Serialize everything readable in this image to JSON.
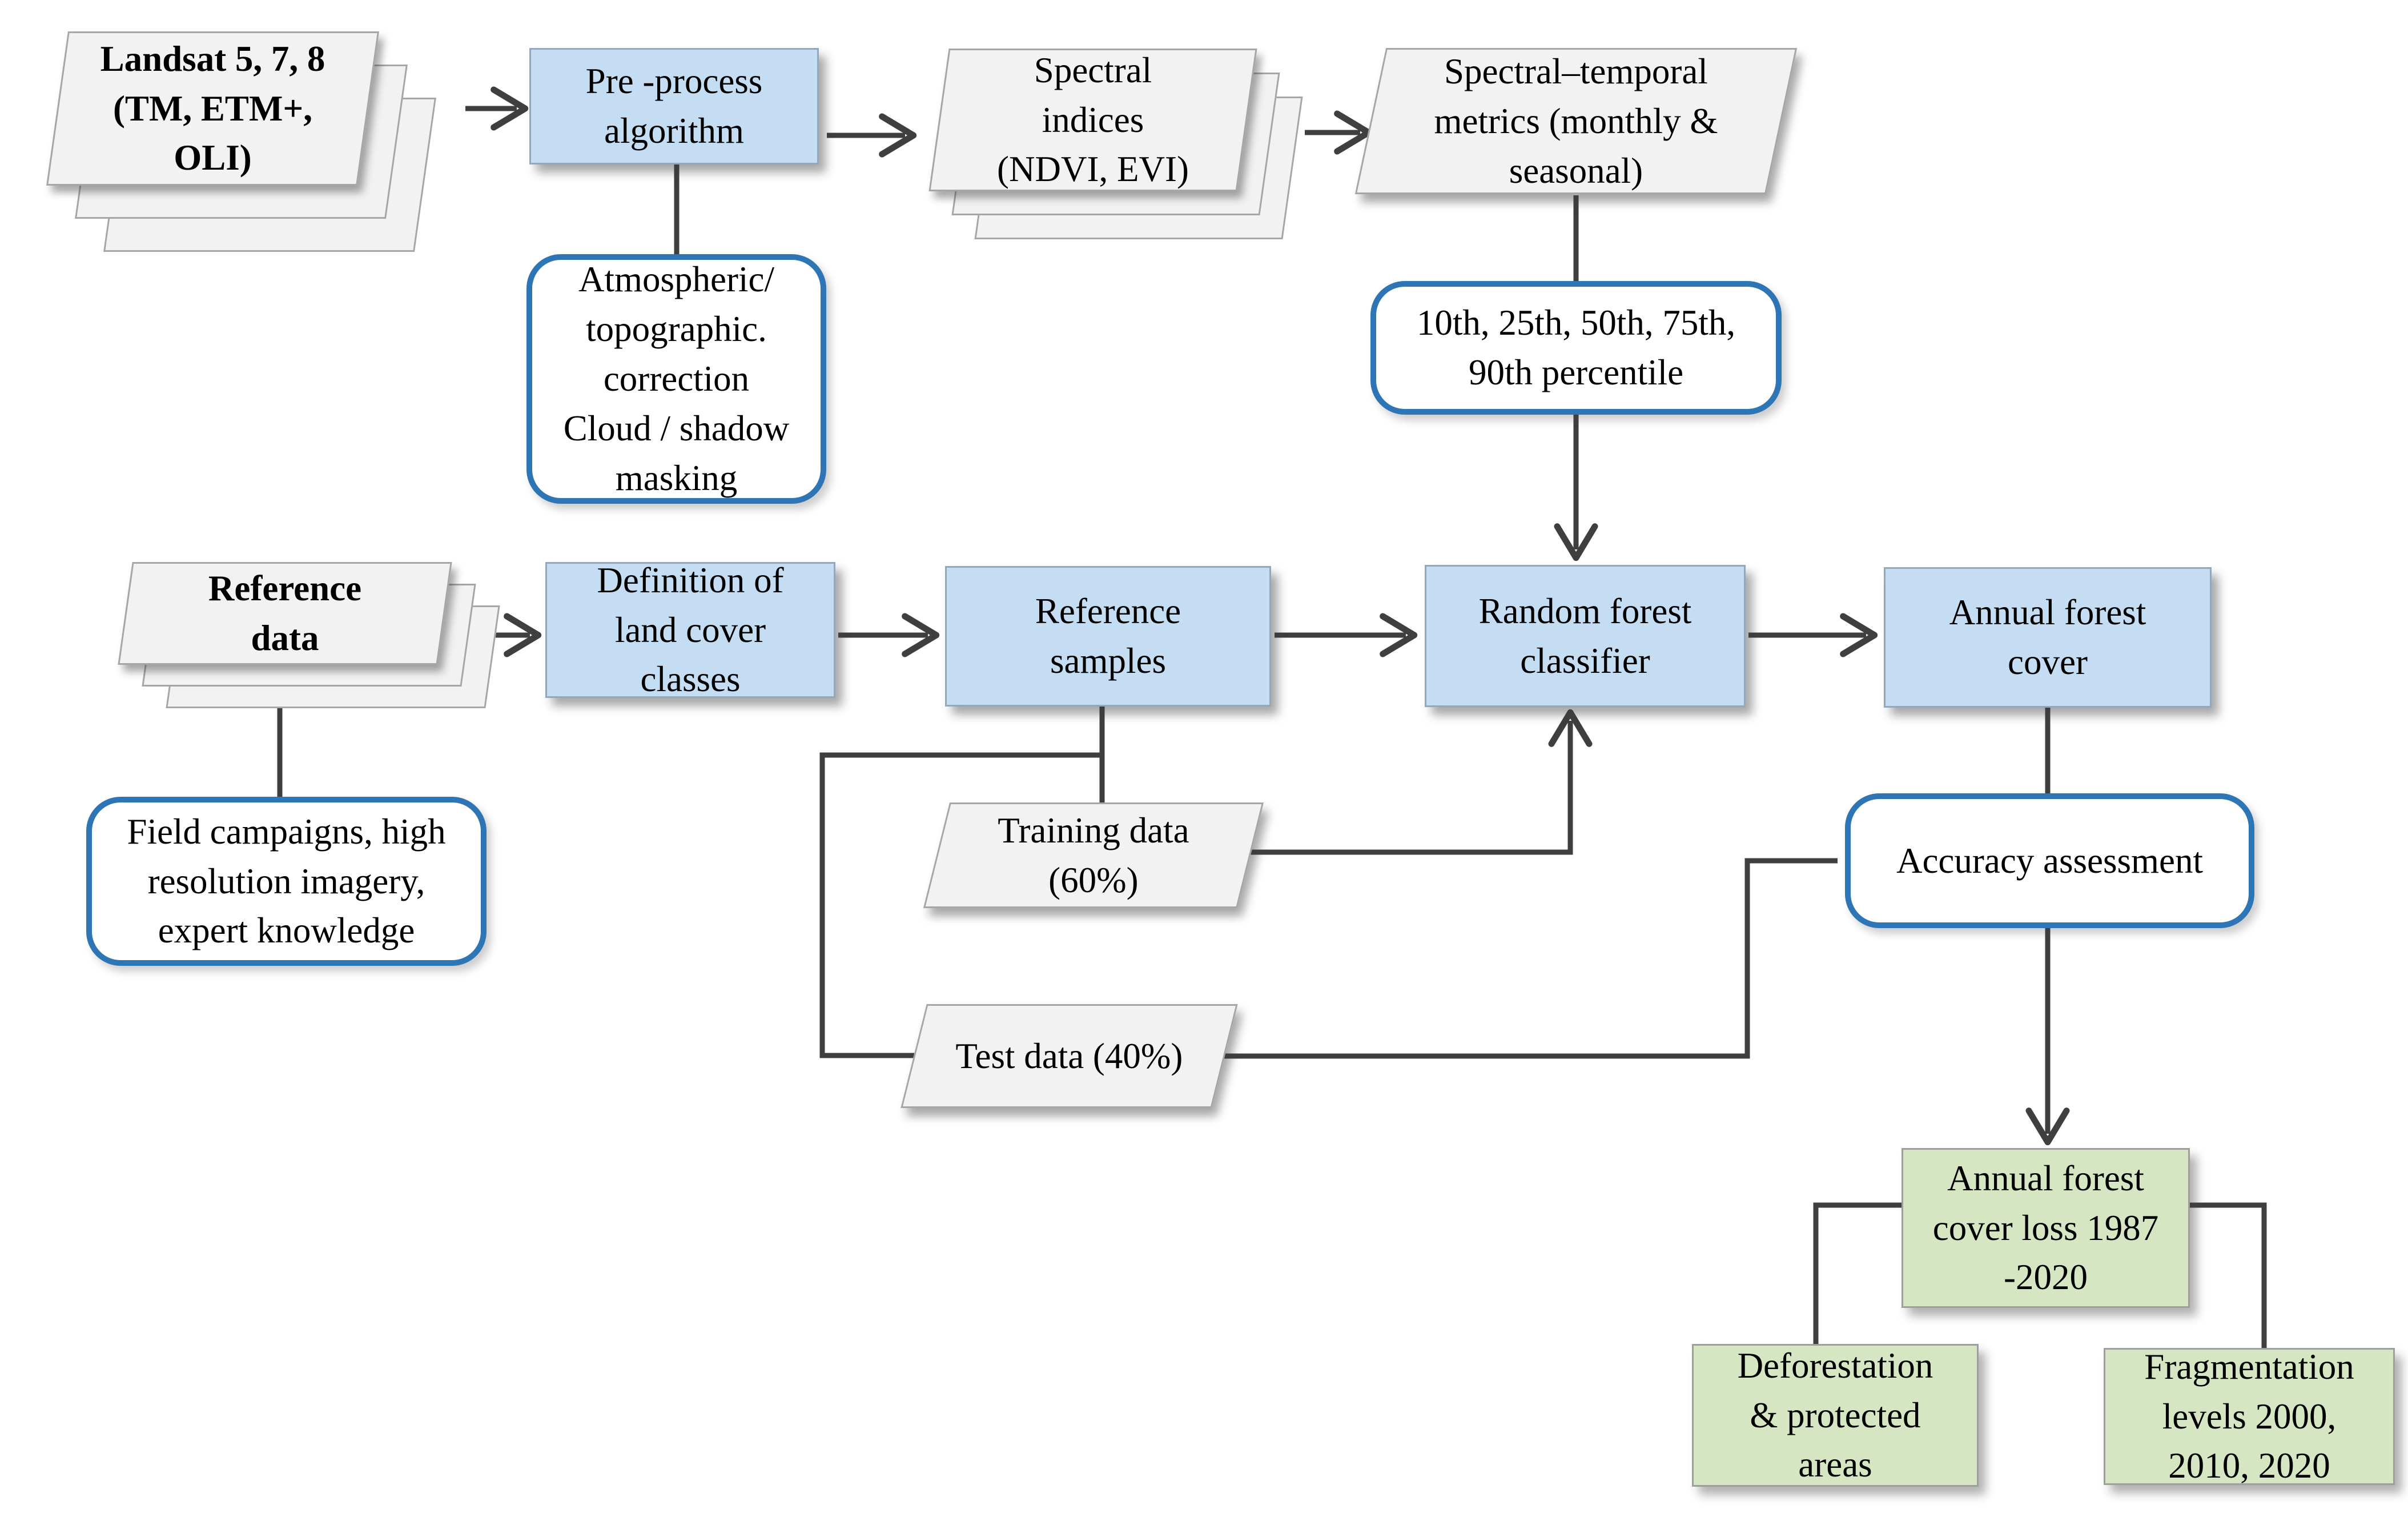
{
  "nodes": {
    "landsat": {
      "label": "Landsat 5, 7, 8\n(TM, ETM+,\nOLI)"
    },
    "preprocess": {
      "label": "Pre -process\nalgorithm"
    },
    "spectral_indices": {
      "label": "Spectral\nindices\n(NDVI, EVI)"
    },
    "spectral_temporal": {
      "label": "Spectral–temporal\nmetrics (monthly &\nseasonal)"
    },
    "atmospheric": {
      "label": "Atmospheric/\ntopographic.\ncorrection\nCloud / shadow\nmasking"
    },
    "percentile": {
      "label": "10th, 25th, 50th, 75th,\n90th percentile"
    },
    "reference_data": {
      "label": "Reference\ndata"
    },
    "definition": {
      "label": "Definition of\nland cover\nclasses"
    },
    "reference_samples": {
      "label": "Reference\nsamples"
    },
    "rf_classifier": {
      "label": "Random forest\nclassifier"
    },
    "annual_cover": {
      "label": "Annual forest\ncover"
    },
    "field_campaigns": {
      "label": "Field campaigns, high\nresolution imagery,\nexpert knowledge"
    },
    "training_data": {
      "label": "Training data\n(60%)"
    },
    "test_data": {
      "label": "Test data (40%)"
    },
    "accuracy": {
      "label": "Accuracy assessment"
    },
    "cover_loss": {
      "label": "Annual forest\ncover loss 1987\n-2020"
    },
    "deforestation": {
      "label": "Deforestation\n& protected\nareas"
    },
    "fragmentation": {
      "label": "Fragmentation\nlevels 2000,\n2010, 2020"
    }
  },
  "colors": {
    "process_fill": "#C5DDF2",
    "data_fill": "#F2F2F2",
    "result_fill": "#D6E6C3",
    "outline_border": "#2E75B6",
    "connector": "#3F3F3F",
    "text": "#000000"
  }
}
